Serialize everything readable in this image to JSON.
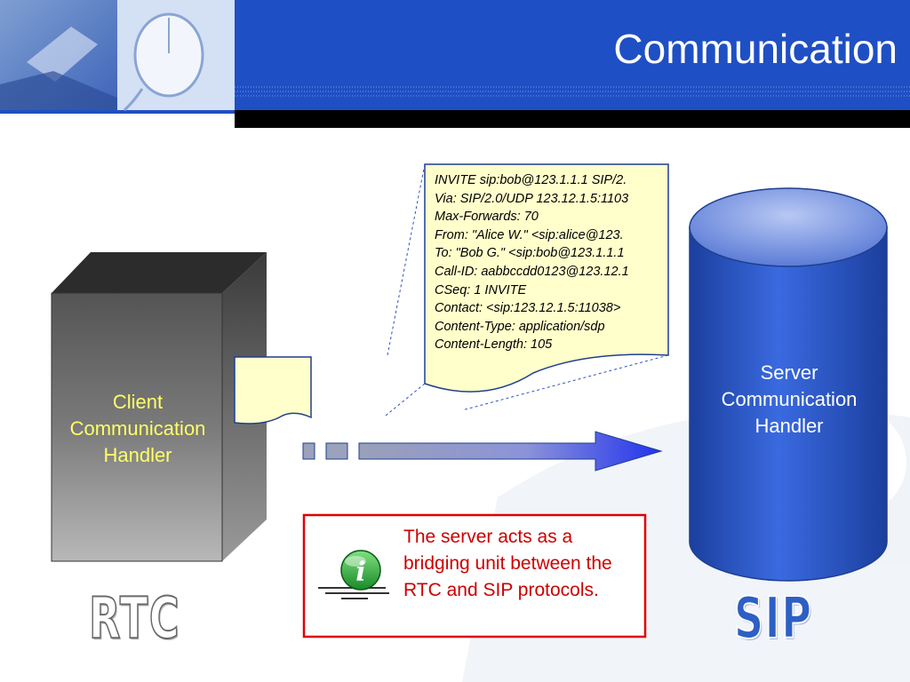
{
  "slide": {
    "title": "Communication"
  },
  "client": {
    "label_lines": [
      "Client",
      "Communication",
      "Handler"
    ],
    "protocol": "RTC"
  },
  "server": {
    "label_lines": [
      "Server",
      "Communication",
      "Handler"
    ],
    "protocol": "SIP"
  },
  "sip_message": {
    "lines": [
      "INVITE sip:bob@123.1.1.1 SIP/2.",
      "Via: SIP/2.0/UDP 123.12.1.5:1103",
      "Max-Forwards: 70",
      "From: \"Alice W.\" <sip:alice@123.",
      "To: \"Bob G.\" <sip:bob@123.1.1.1",
      "Call-ID: aabbccdd0123@123.12.1",
      "CSeq: 1 INVITE",
      "Contact: <sip:123.12.1.5:11038>",
      "Content-Type: application/sdp",
      "Content-Length: 105"
    ]
  },
  "note": {
    "text": "The server acts as a bridging unit between the RTC and SIP protocols.",
    "icon": "info-icon"
  },
  "colors": {
    "header_blue": "#1f4fc4",
    "client_label": "#ffff66",
    "note_red": "#cc0000",
    "sip_blue": "#2d5fc4",
    "cylinder_blue": "#2a5bd0",
    "document_fill": "#ffffcc"
  }
}
